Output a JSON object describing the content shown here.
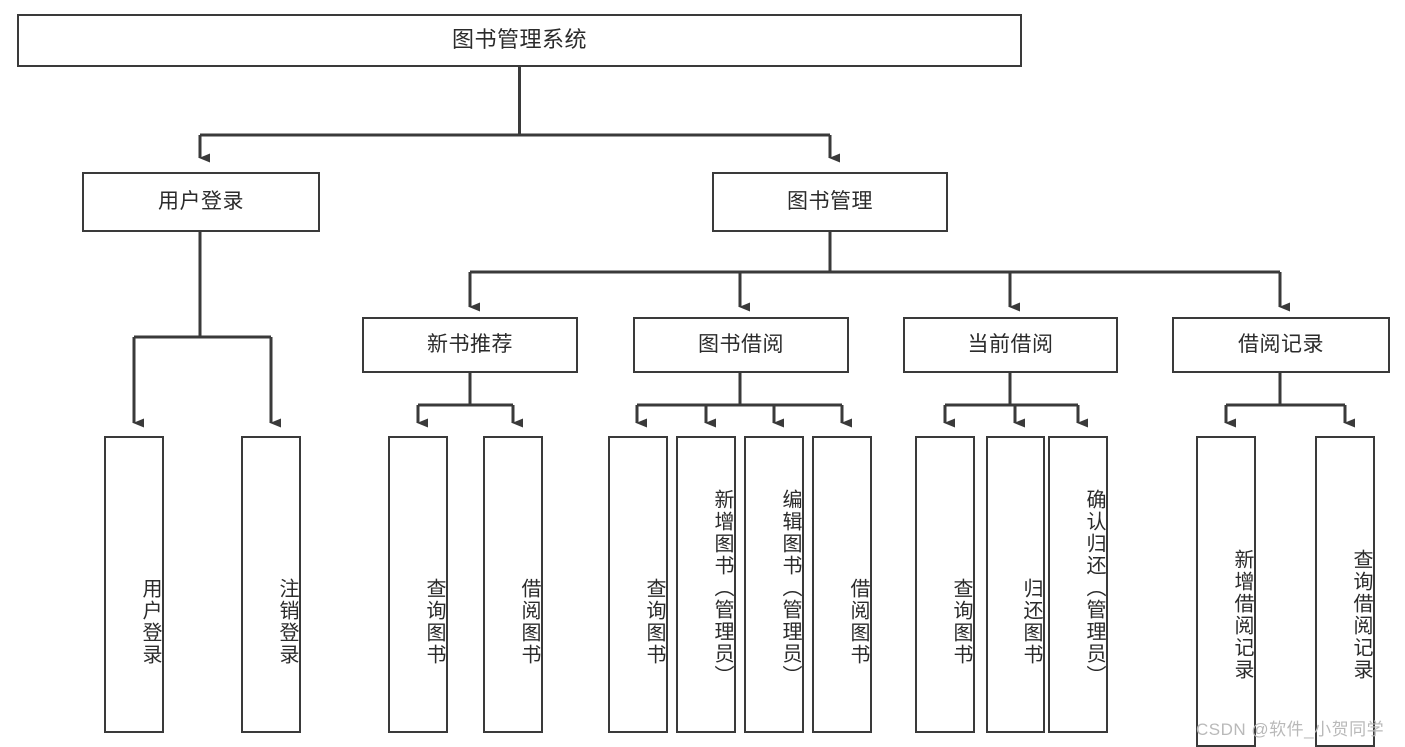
{
  "diagram": {
    "type": "tree-hierarchy-chart",
    "title": "图书管理系统",
    "colors": {
      "box_border": "#3a3a3a",
      "box_fill": "#ffffff",
      "connector": "#3a3a3a",
      "text": "#2b2b2b",
      "watermark": "#b9b9b9",
      "background": "#ffffff"
    },
    "root": {
      "label": "图书管理系统"
    },
    "level2": [
      {
        "id": "user-login",
        "label": "用户登录"
      },
      {
        "id": "book-management",
        "label": "图书管理"
      }
    ],
    "level3": [
      {
        "id": "new-book-recommend",
        "label": "新书推荐",
        "parent": "book-management"
      },
      {
        "id": "book-borrow",
        "label": "图书借阅",
        "parent": "book-management"
      },
      {
        "id": "current-borrow",
        "label": "当前借阅",
        "parent": "book-management"
      },
      {
        "id": "borrow-record",
        "label": "借阅记录",
        "parent": "book-management"
      }
    ],
    "leaves": [
      {
        "id": "leaf-user-login",
        "label": "用户登录",
        "parent": "user-login"
      },
      {
        "id": "leaf-logout-login",
        "label": "注销登录",
        "parent": "user-login"
      },
      {
        "id": "leaf-query-book-1",
        "label": "查询图书",
        "parent": "new-book-recommend"
      },
      {
        "id": "leaf-borrow-book-1",
        "label": "借阅图书",
        "parent": "new-book-recommend"
      },
      {
        "id": "leaf-query-book-2",
        "label": "查询图书",
        "parent": "book-borrow"
      },
      {
        "id": "leaf-add-book",
        "label": "新增图书（管理员）",
        "parent": "book-borrow"
      },
      {
        "id": "leaf-edit-book",
        "label": "编辑图书（管理员）",
        "parent": "book-borrow"
      },
      {
        "id": "leaf-borrow-book-2",
        "label": "借阅图书",
        "parent": "book-borrow"
      },
      {
        "id": "leaf-query-book-3",
        "label": "查询图书",
        "parent": "current-borrow"
      },
      {
        "id": "leaf-return-book",
        "label": "归还图书",
        "parent": "current-borrow"
      },
      {
        "id": "leaf-confirm-return",
        "label": "确认归还（管理员）",
        "parent": "current-borrow"
      },
      {
        "id": "leaf-add-record",
        "label": "新增借阅记录",
        "parent": "borrow-record"
      },
      {
        "id": "leaf-query-record",
        "label": "查询借阅记录",
        "parent": "borrow-record"
      }
    ],
    "watermark": "CSDN @软件_小贺同学"
  }
}
